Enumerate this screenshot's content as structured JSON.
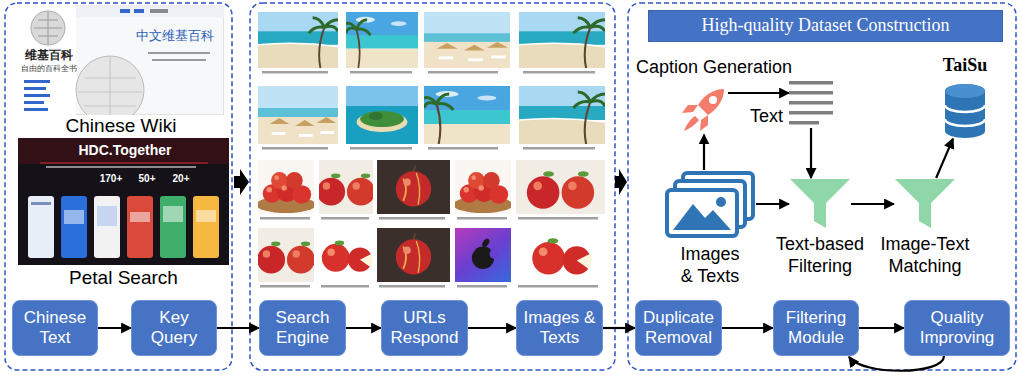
{
  "diagram": {
    "nodes": [
      {
        "text": [
          "Chinese Text"
        ]
      },
      {
        "text": [
          "Key Query"
        ]
      },
      {
        "text": [
          "Search Engine"
        ]
      },
      {
        "text": [
          "URLs Respond"
        ]
      },
      {
        "text": [
          "Images & Texts"
        ]
      },
      {
        "text": [
          "Duplicate Removal"
        ]
      },
      {
        "text": [
          "Filtering Module"
        ]
      },
      {
        "text": [
          "Quality Improving"
        ]
      },
      {
        "text": [
          "High-quality Dataset Construction"
        ]
      },
      {
        "text": [
          "Caption Generation"
        ]
      },
      {
        "text": [
          "Text"
        ]
      },
      {
        "text": [
          "TaiSu"
        ]
      },
      {
        "text": [
          "Images & Texts"
        ]
      },
      {
        "text": [
          "Text-based Filtering"
        ]
      },
      {
        "text": [
          "Image-Text Matching"
        ]
      }
    ],
    "edges": [
      {
        "from": 0,
        "to": 1,
        "arrow": "to"
      },
      {
        "from": 1,
        "to": 2,
        "arrow": "to"
      },
      {
        "from": 2,
        "to": 3,
        "arrow": "to"
      },
      {
        "from": 3,
        "to": 4,
        "arrow": "to"
      },
      {
        "from": 4,
        "to": 5,
        "arrow": "to"
      },
      {
        "from": 5,
        "to": 6,
        "arrow": "to"
      },
      {
        "from": 6,
        "to": 7,
        "arrow": "to"
      },
      {
        "from": 7,
        "to": 6,
        "arrow": "to"
      },
      {
        "from": 12,
        "to": 9,
        "arrow": "to"
      },
      {
        "from": 9,
        "to": 10,
        "arrow": "to"
      },
      {
        "from": 10,
        "to": 13,
        "arrow": "to"
      },
      {
        "from": 12,
        "to": 13,
        "arrow": "to"
      },
      {
        "from": 13,
        "to": 14,
        "arrow": "to"
      },
      {
        "from": 14,
        "to": 11,
        "arrow": "to"
      }
    ],
    "labels": [
      "Chinese Wiki",
      "维基百科",
      "自由的百科全书",
      "中文维基百科",
      "Petal Search",
      "HDC.Together",
      "170+",
      "50+",
      "20+"
    ]
  }
}
